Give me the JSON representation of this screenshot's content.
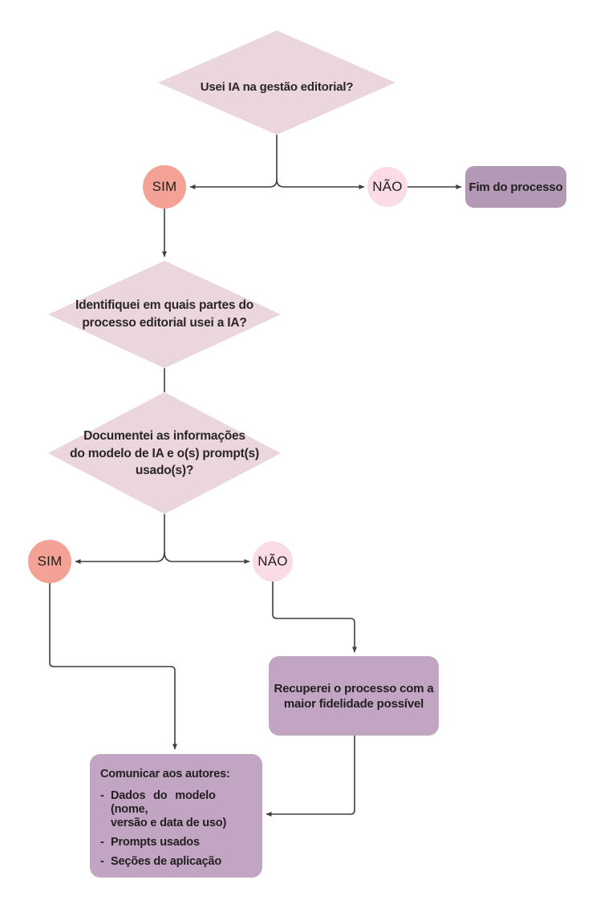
{
  "flow": {
    "q1": {
      "lines": [
        "Usei IA na gestão editorial?"
      ]
    },
    "branch1": {
      "yes": "SIM",
      "no": "NÃO"
    },
    "end_box": {
      "label": "Fim do processo"
    },
    "q2": {
      "lines": [
        "Identifiquei em quais partes do",
        "processo editorial usei a IA?"
      ]
    },
    "q3": {
      "lines": [
        "Documentei as informações",
        "do modelo de IA e o(s) prompt(s)",
        "usado(s)?"
      ]
    },
    "branch2": {
      "yes": "SIM",
      "no": "NÃO"
    },
    "recover_box": {
      "lines": [
        "Recuperei o processo com a",
        "maior fidelidade possível"
      ]
    },
    "communicate_box": {
      "heading": "Comunicar aos autores:",
      "bullet": "-",
      "items": [
        {
          "lines": [
            "Dados do modelo (nome,",
            "versão e data de uso)"
          ]
        },
        {
          "lines": [
            "Prompts usados"
          ]
        },
        {
          "lines": [
            "Seções de aplicação"
          ]
        }
      ]
    },
    "colors": {
      "decision_fill": "#ecd6de",
      "yes_fill": "#f3a295",
      "no_fill": "#fbdce6",
      "end_fill": "#b499b6",
      "process_fill": "#c1a5c3",
      "line": "#3f3f3f",
      "text": "#231f20"
    }
  }
}
